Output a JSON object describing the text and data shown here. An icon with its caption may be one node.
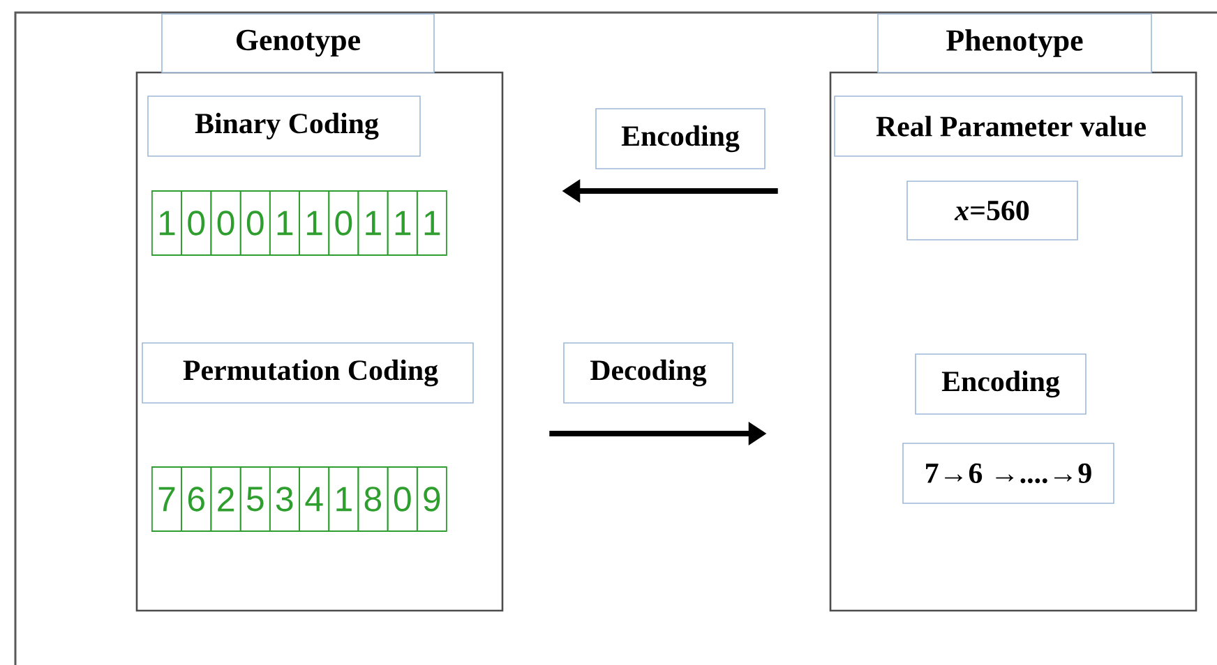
{
  "diagram": {
    "nodes": [
      {
        "text": [
          "Genotype"
        ]
      },
      {
        "text": [
          "Binary Coding"
        ],
        "in": 0
      },
      {
        "text": [
          "1"
        ],
        "in": 0
      },
      {
        "text": [
          "0"
        ],
        "in": 0
      },
      {
        "text": [
          "0"
        ],
        "in": 0
      },
      {
        "text": [
          "0"
        ],
        "in": 0
      },
      {
        "text": [
          "1"
        ],
        "in": 0
      },
      {
        "text": [
          "1"
        ],
        "in": 0
      },
      {
        "text": [
          "0"
        ],
        "in": 0
      },
      {
        "text": [
          "1"
        ],
        "in": 0
      },
      {
        "text": [
          "1"
        ],
        "in": 0
      },
      {
        "text": [
          "1"
        ],
        "in": 0
      },
      {
        "text": [
          "Permutation Coding"
        ],
        "in": 0
      },
      {
        "text": [
          "7"
        ],
        "in": 0
      },
      {
        "text": [
          "6"
        ],
        "in": 0
      },
      {
        "text": [
          "2"
        ],
        "in": 0
      },
      {
        "text": [
          "5"
        ],
        "in": 0
      },
      {
        "text": [
          "3"
        ],
        "in": 0
      },
      {
        "text": [
          "4"
        ],
        "in": 0
      },
      {
        "text": [
          "1"
        ],
        "in": 0
      },
      {
        "text": [
          "8"
        ],
        "in": 0
      },
      {
        "text": [
          "0"
        ],
        "in": 0
      },
      {
        "text": [
          "9"
        ],
        "in": 0
      },
      {
        "text": [
          "Phenotype"
        ]
      },
      {
        "text": [
          "Real Parameter value"
        ],
        "in": 23
      },
      {
        "text": [
          "*x*=560"
        ],
        "in": 23
      },
      {
        "text": [
          "Encoding"
        ],
        "in": 23
      },
      {
        "text": [
          "7→6 →....→9"
        ],
        "in": 23
      }
    ],
    "edges": [
      {
        "from": 23,
        "to": 0,
        "arrow": "to",
        "label": "Encoding"
      },
      {
        "from": 0,
        "to": 23,
        "arrow": "to",
        "label": "Decoding"
      }
    ]
  }
}
